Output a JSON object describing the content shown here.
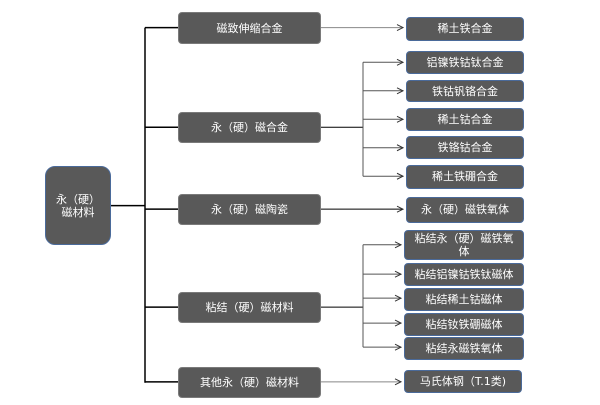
{
  "root": {
    "label": "永（硬）\n磁材料"
  },
  "branches": [
    {
      "label": "磁致伸缩合金",
      "children": [
        "稀土铁合金"
      ]
    },
    {
      "label": "永（硬）磁合金",
      "children": [
        "铝镍铁钴钛合金",
        "铁钴钒铬合金",
        "稀土钴合金",
        "铁铬钴合金",
        "稀土铁硼合金"
      ]
    },
    {
      "label": "永（硬）磁陶瓷",
      "children": [
        "永（硬）磁铁氧体"
      ]
    },
    {
      "label": "粘结（硬）磁材料",
      "children": [
        "粘结永（硬）磁铁氧体",
        "粘结铝镍钴铁钛磁体",
        "粘结稀土钴磁体",
        "粘结钕铁硼磁体",
        "粘结永磁铁氧体"
      ]
    },
    {
      "label": "其他永（硬）磁材料",
      "children": [
        "马氏体钢（T.1类)"
      ]
    }
  ]
}
